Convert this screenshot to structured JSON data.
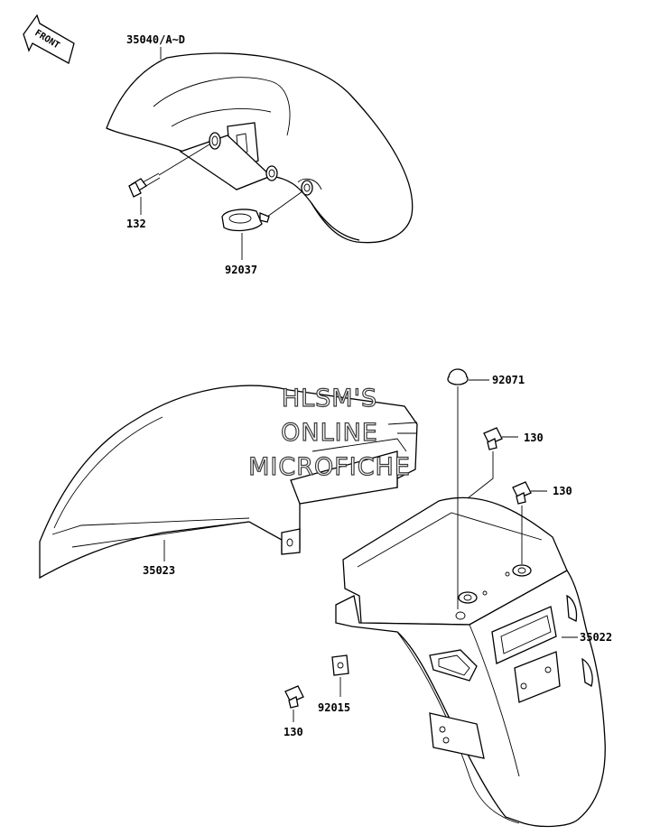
{
  "direction_indicator": {
    "label": "FRONT"
  },
  "callouts": {
    "front_fender": "35040/A~D",
    "front_bolt": "132",
    "front_clamp": "92037",
    "cap": "92071",
    "bolt_upper_1": "130",
    "bolt_upper_2": "130",
    "rear_fender_upper": "35023",
    "rear_fender_lower": "35022",
    "nut": "92015",
    "bolt_lower": "130"
  },
  "watermark": {
    "line1": "HLSM'S",
    "line2": "ONLINE",
    "line3": "MICROFICHE"
  }
}
